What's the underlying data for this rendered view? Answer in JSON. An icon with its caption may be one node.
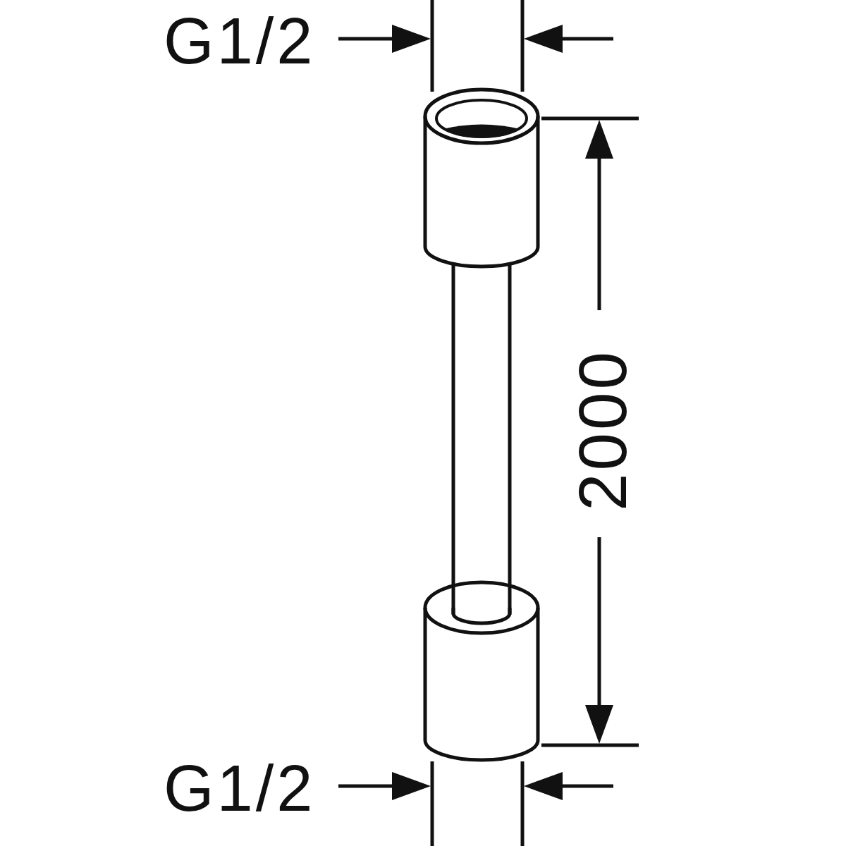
{
  "diagram": {
    "labels": [
      "G1/2",
      "2000",
      "G1/2"
    ]
  }
}
